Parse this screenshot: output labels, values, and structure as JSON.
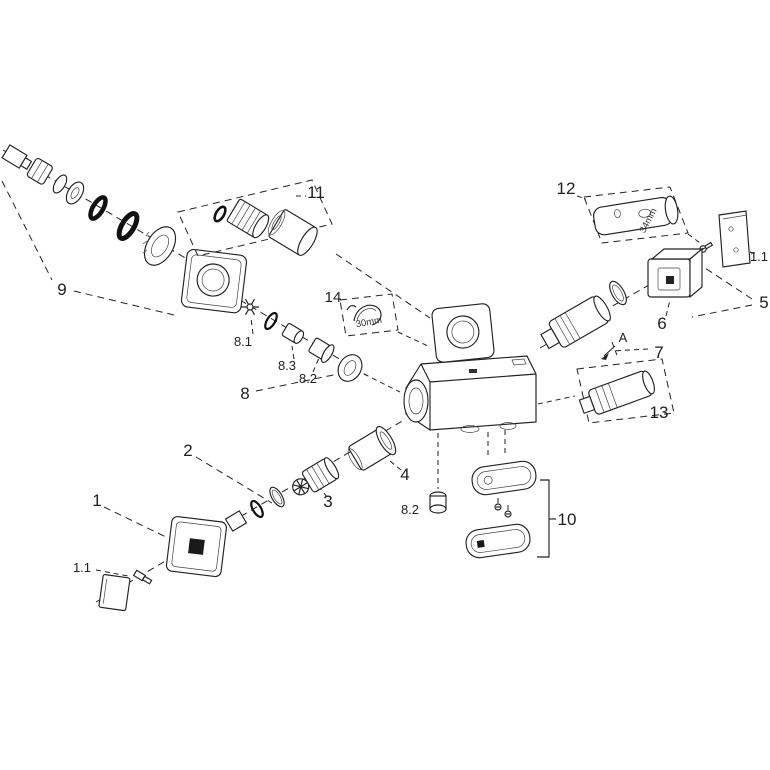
{
  "figure": {
    "colors": {
      "background": "#ffffff",
      "line": "#222222",
      "label": "#1f1f1f"
    },
    "callouts": {
      "part9": "9",
      "part11": "11",
      "part12": "12",
      "part1_1_right": "1.1",
      "part5": "5",
      "part6": "6",
      "part7": "7",
      "part13": "13",
      "part14": "14",
      "part8": "8",
      "part8_1": "8.1",
      "part8_2": "8.2",
      "part8_3": "8.3",
      "part2": "2",
      "part4": "4",
      "part3": "3",
      "part1": "1",
      "part1_1": "1.1",
      "part8_2_bottom": "8.2",
      "part10": "10"
    },
    "annotations": {
      "dim34": "34mm",
      "dim30": "30mm",
      "detailA": "A"
    }
  }
}
